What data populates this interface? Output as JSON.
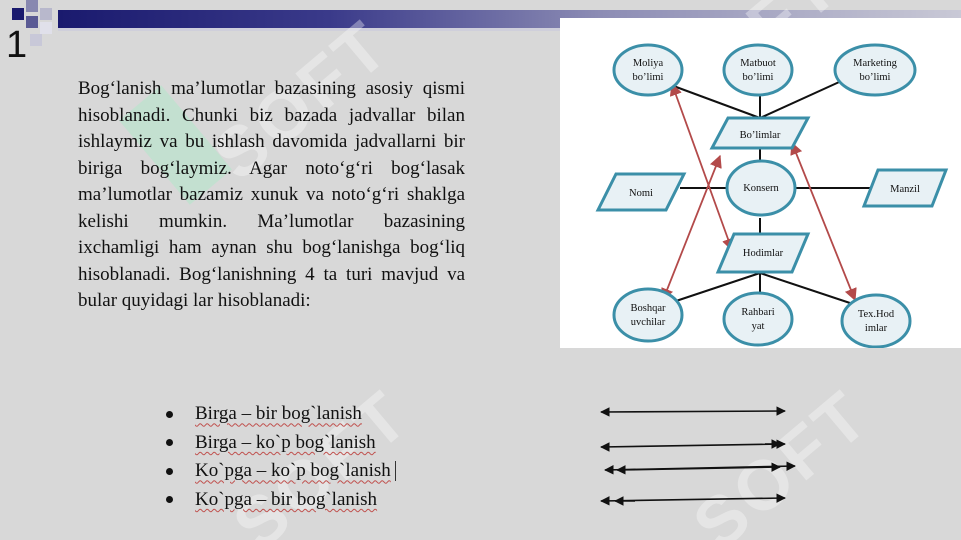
{
  "slide": {
    "number": "1",
    "paragraph": "Bog‘lanish ma’lumotlar bazasining asosiy qismi hisoblanadi. Chunki biz bazada jadvallar bilan ishlaymiz va bu ishlash davomida jadvallarni bir biriga bog‘laymiz. Agar noto‘g‘ri bog‘lasak ma’lumotlar bazamiz xunuk va noto‘g‘ri shaklga kelishi mumkin. Ma’lumotlar bazasining ixchamligi ham aynan shu bog‘lanishga bog‘liq hisoblanadi. Bog‘lanishning 4 ta turi mavjud va bular quyidagi lar hisoblanadi:"
  },
  "diagram": {
    "nodes": {
      "moliya": [
        "Moliya",
        "bo’limi"
      ],
      "matbuot": [
        "Matbuot",
        "bo’limi"
      ],
      "marketing": [
        "Marketing",
        "bo’limi"
      ],
      "bolimlar": "Bo’limlar",
      "nomi": "Nomi",
      "konsern": "Konsern",
      "manzil": "Manzil",
      "hodimlar": "Hodimlar",
      "boshqaruvchilar": [
        "Boshqar",
        "uvchilar"
      ],
      "rahbariyat": [
        "Rahbari",
        "yat"
      ],
      "texhodimlar": [
        "Tex.Hod",
        "imlar"
      ]
    },
    "colors": {
      "ellipse_stroke": "#3b8fa8",
      "ellipse_fill": "#e8f1f5",
      "arrow": "#b34a4a",
      "line": "#111111"
    }
  },
  "relationships": [
    {
      "label": "Birga – bir bog`lanish",
      "arrow": "both"
    },
    {
      "label": "Birga – ko`p bog`lanish",
      "arrow": "double-right"
    },
    {
      "label": "Ko`pga – ko`p bog`lanish",
      "arrow": "double-both"
    },
    {
      "label": "Ko`pga – bir bog`lanish",
      "arrow": "double-left"
    }
  ],
  "watermark": {
    "text": "SOFT"
  }
}
